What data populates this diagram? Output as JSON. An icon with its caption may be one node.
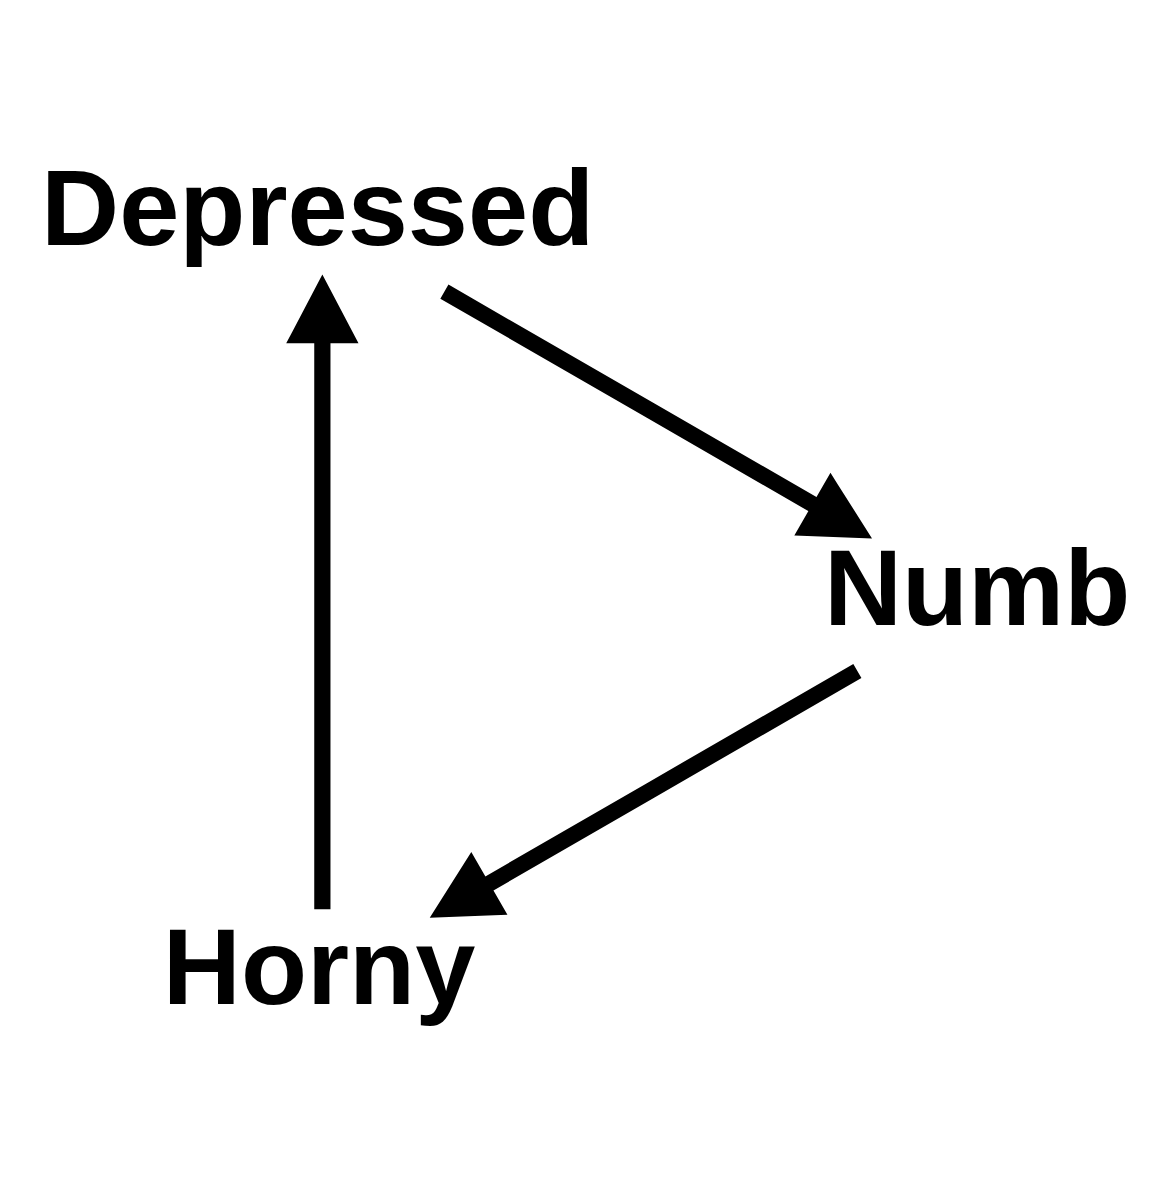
{
  "diagram": {
    "nodes": [
      {
        "text": [
          "Horny"
        ]
      },
      {
        "text": [
          "Depressed"
        ]
      },
      {
        "text": [
          "Numb"
        ]
      }
    ],
    "edges": [
      {
        "from": 0,
        "to": 1,
        "arrow": "to"
      },
      {
        "from": 1,
        "to": 2,
        "arrow": "to"
      },
      {
        "from": 2,
        "to": 0,
        "arrow": "to"
      }
    ]
  }
}
